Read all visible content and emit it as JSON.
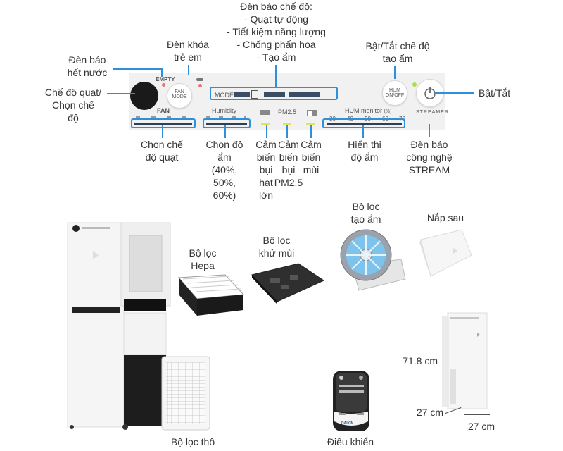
{
  "labels": {
    "den_bao_che_do": [
      "Đèn báo chế độ:",
      "- Quạt tự động",
      "- Tiết kiệm năng lượng",
      "- Chống phấn hoa",
      "- Tạo ẩm"
    ],
    "den_khoa_tre_em": [
      "Đèn khóa",
      "trẻ em"
    ],
    "den_bao_het_nuoc": [
      "Đèn báo",
      "hết nước"
    ],
    "che_do_quat": [
      "Chế độ quạt/",
      "Chọn chế",
      "độ"
    ],
    "bat_tat_tao_am": [
      "Bật/Tắt chế độ",
      "tạo ẩm"
    ],
    "bat_tat": "Bật/Tắt",
    "chon_che_do_quat": [
      "Chọn chế",
      "độ quạt"
    ],
    "chon_do_am": [
      "Chọn độ",
      "ẩm",
      "(40%,",
      "50%,",
      "60%)"
    ],
    "cam_bien_bui_lon": [
      "Cảm",
      "biến",
      "bụi",
      "hạt",
      "lớn"
    ],
    "cam_bien_pm25": [
      "Cảm",
      "biến",
      "bụi",
      "PM2.5"
    ],
    "cam_bien_mui": [
      "Cảm",
      "biến",
      "mùi"
    ],
    "hien_thi_do_am": [
      "Hiển thị",
      "độ ẩm"
    ],
    "den_bao_stream": [
      "Đèn báo",
      "công nghệ",
      "STREAM"
    ],
    "bo_loc_hepa": [
      "Bộ lọc",
      "Hepa"
    ],
    "bo_loc_khu_mui": [
      "Bộ lọc",
      "khử mùi"
    ],
    "bo_loc_tao_am": [
      "Bộ lọc",
      "tạo ẩm"
    ],
    "nap_sau": "Nắp sau",
    "bo_loc_tho": "Bộ lọc thô",
    "dieu_khien": "Điều khiển",
    "height": "71.8 cm",
    "depth": "27 cm",
    "width": "27 cm"
  },
  "panel": {
    "empty": "EMPTY",
    "fan_mode": [
      "FAN",
      "MODE"
    ],
    "mode": "MODE",
    "fan": "FAN",
    "humidity": "Humidity",
    "pm25": "PM2.5",
    "hum_monitor": "HUM monitor",
    "hum_unit": "(%)",
    "hum_scale": [
      "30",
      "40",
      "50",
      "60",
      "70"
    ],
    "hum_btn": [
      "HUM",
      "ON/OFF"
    ],
    "streamer": "STREAMER"
  },
  "remote": {
    "brand": "DAIKIN"
  },
  "colors": {
    "accent_line": "#2f8fd8",
    "indicator_yellow": "#e6e05a",
    "indicator_red": "#f07070",
    "indicator_green": "#a8e04a"
  }
}
